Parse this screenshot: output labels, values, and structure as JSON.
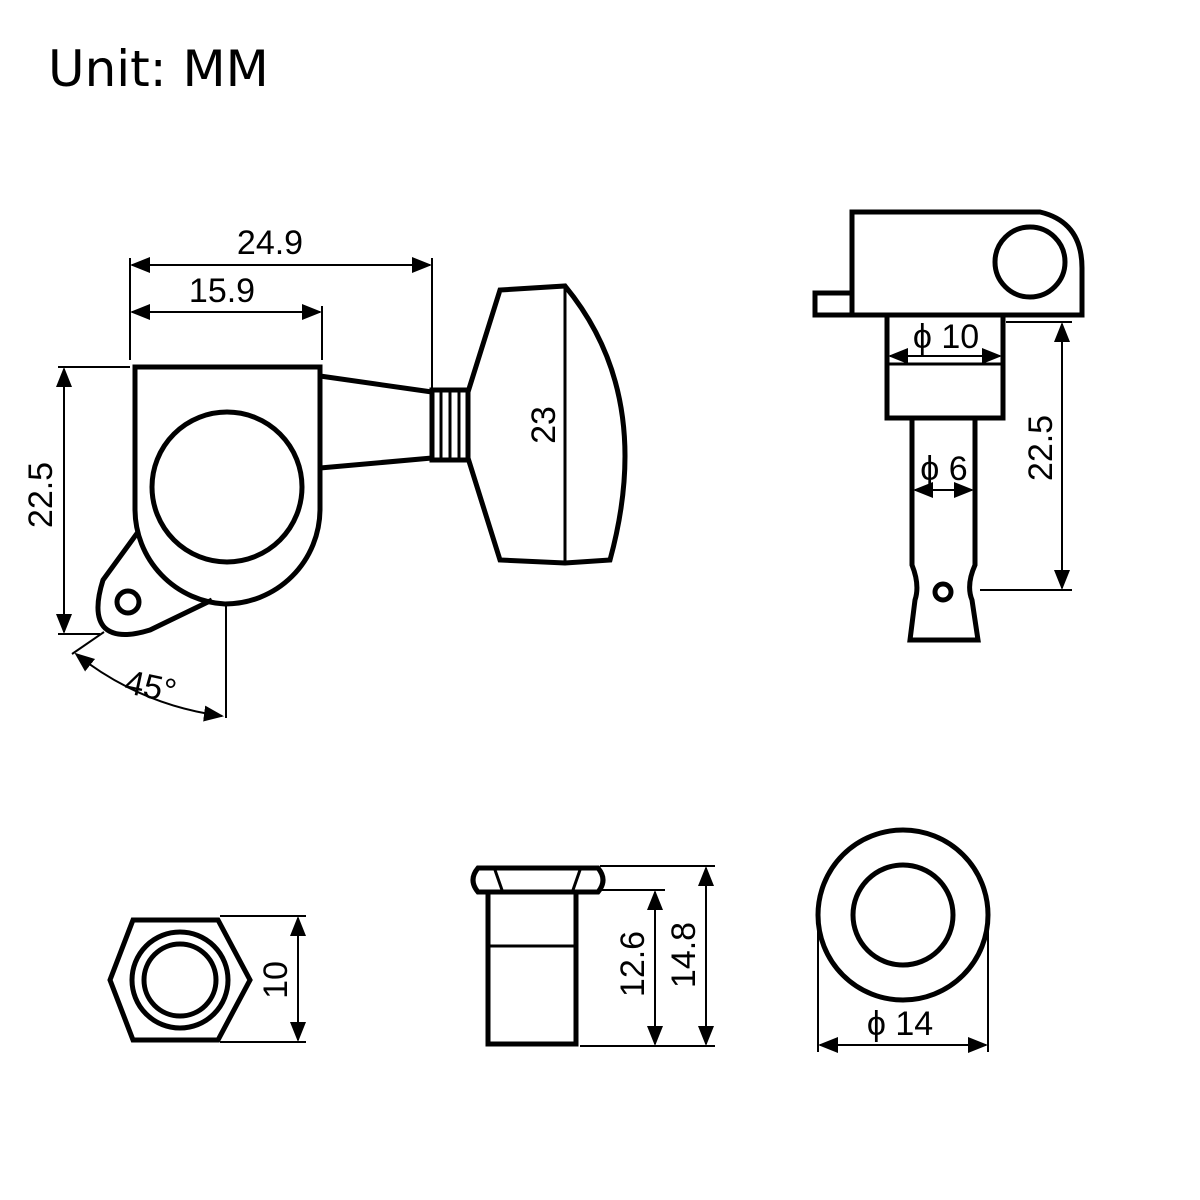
{
  "title": "Unit: MM",
  "colors": {
    "line": "#000000",
    "background": "#ffffff"
  },
  "dimensions": {
    "side_total_width": "24.9",
    "side_body_width": "15.9",
    "side_height": "22.5",
    "button_height": "23",
    "angle": "45°",
    "front_bush_dia": "ϕ 10",
    "front_post_dia": "ϕ 6",
    "front_height": "22.5",
    "nut_size": "10",
    "bushing_inner_height": "12.6",
    "bushing_total_height": "14.8",
    "washer_dia": "ϕ 14"
  }
}
